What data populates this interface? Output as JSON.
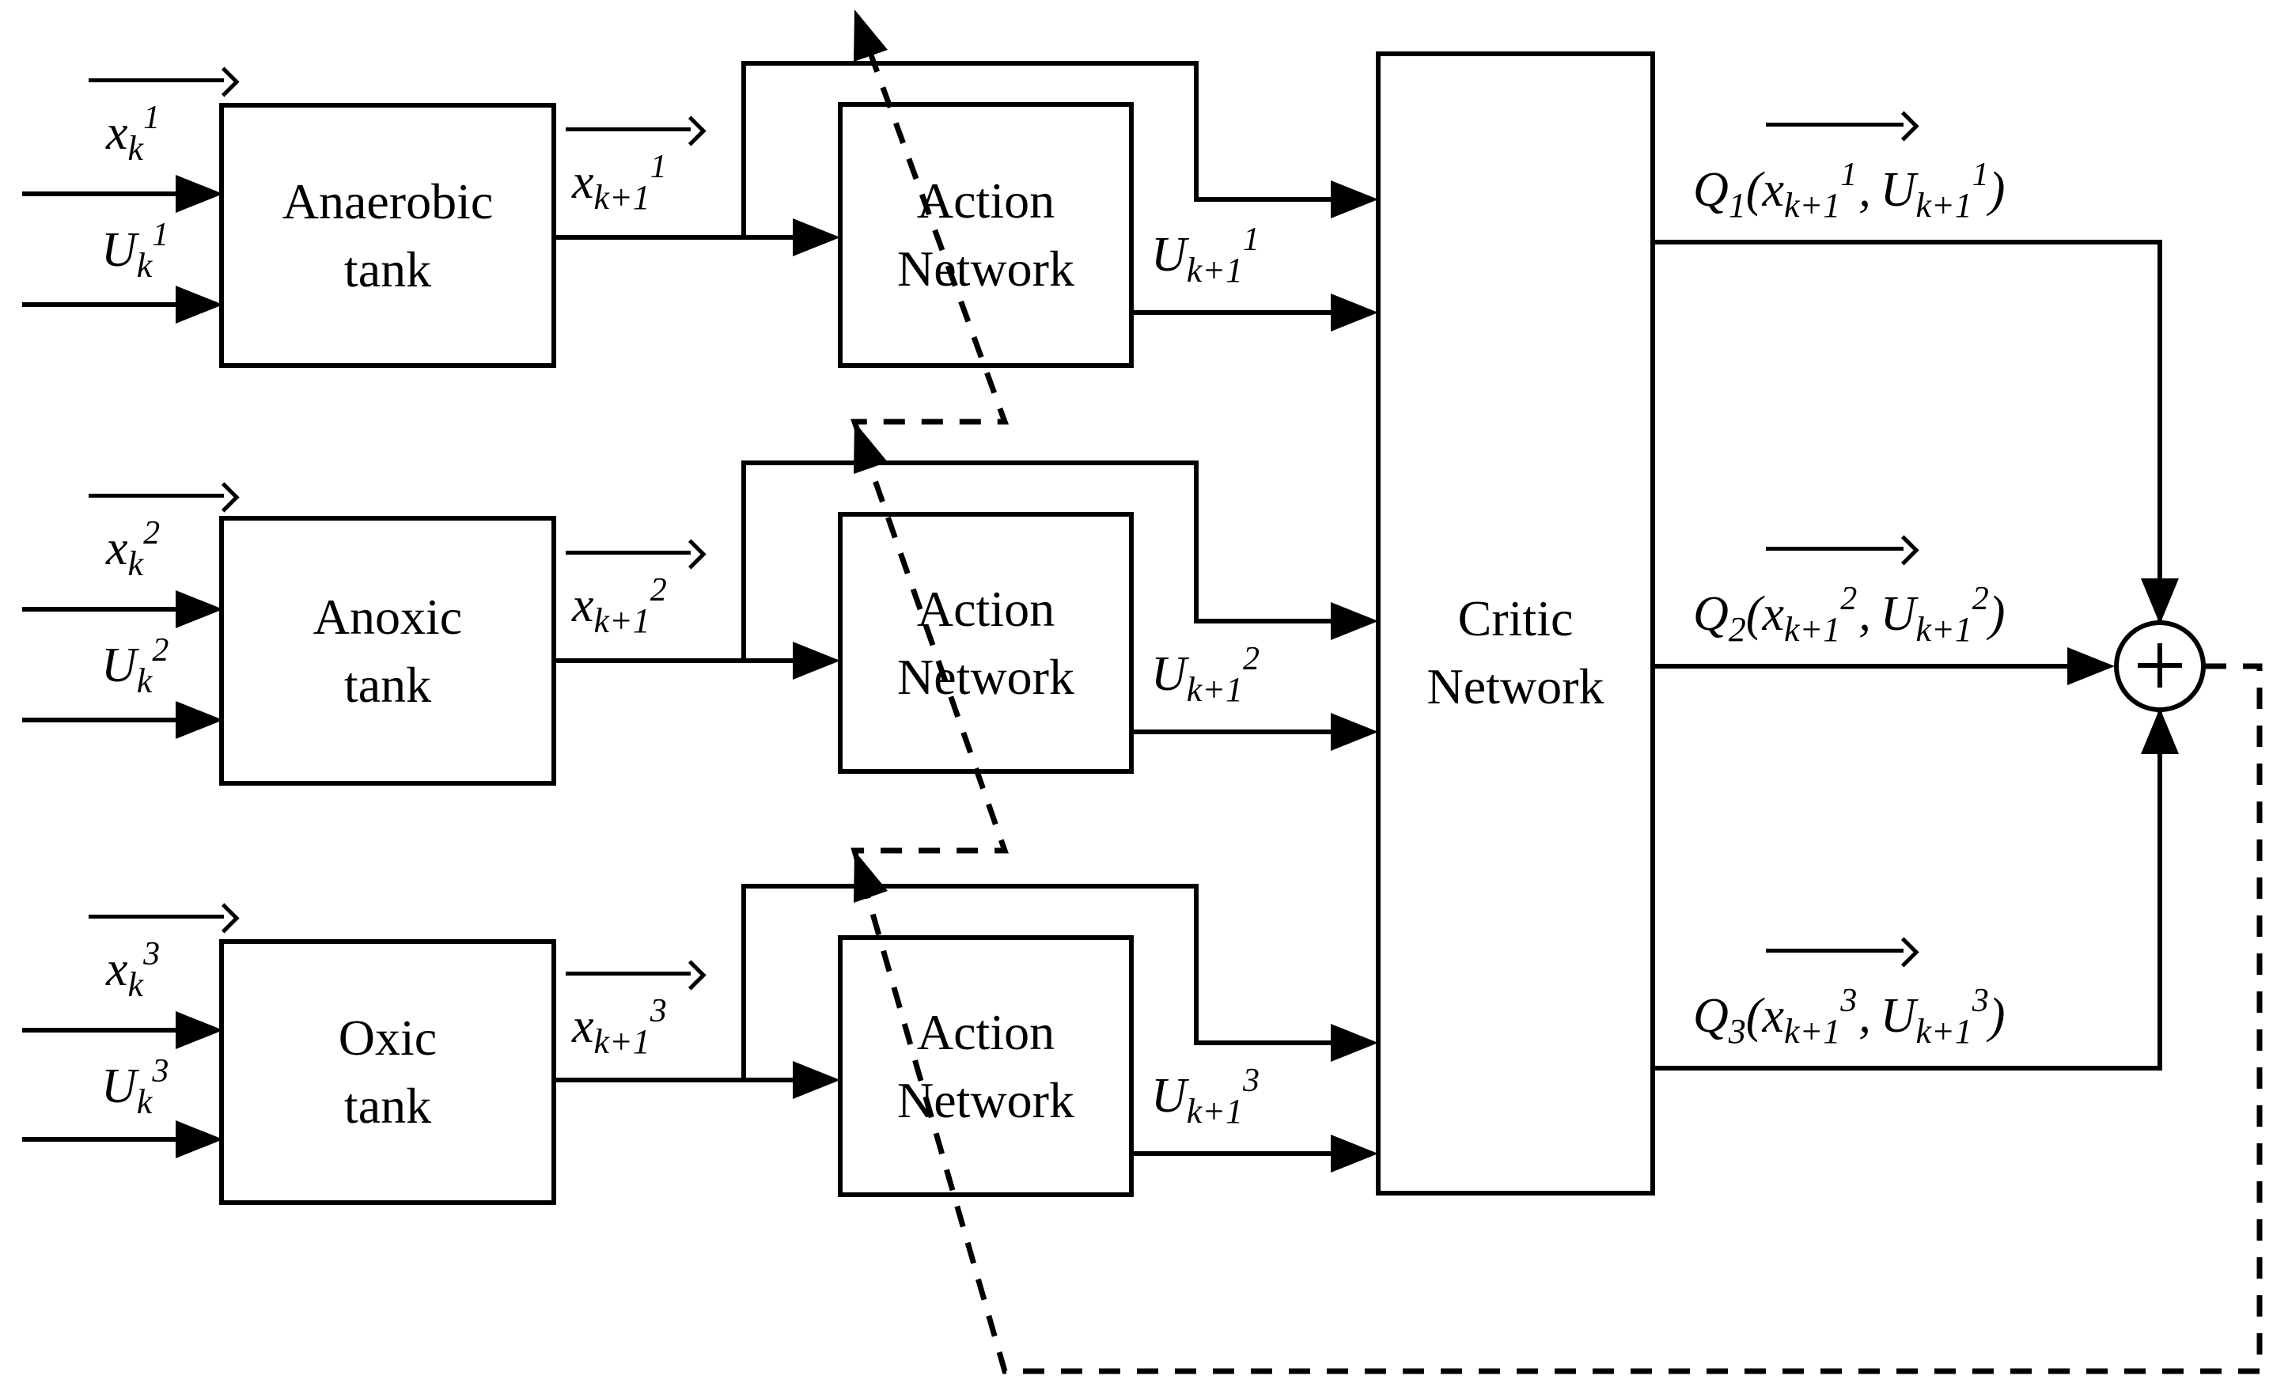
{
  "figure": {
    "background": "#ffffff",
    "line_color": "#000000",
    "sum_symbol": "+",
    "action_label": {
      "line1": "Action",
      "line2": "Network"
    },
    "critic_label": {
      "line1": "Critic",
      "line2": "Network"
    },
    "rows": [
      {
        "tank": {
          "line1": "Anaerobic",
          "line2": "tank"
        },
        "x_in": {
          "base": "x",
          "sub": "k",
          "sup": "1"
        },
        "u_in": {
          "base": "U",
          "sub": "k",
          "sup": "1"
        },
        "x_out": {
          "base": "x",
          "sub": "k+1",
          "sup": "1"
        },
        "u_out": {
          "base": "U",
          "sub": "k+1",
          "sup": "1"
        },
        "q_out": {
          "func": "Q",
          "fsub": "1",
          "open": "(",
          "x": "x",
          "xsub": "k+1",
          "xsup": "1",
          "comma": ",",
          "u": "U",
          "usub": "k+1",
          "usup": "1",
          "close": ")"
        }
      },
      {
        "tank": {
          "line1": "Anoxic",
          "line2": "tank"
        },
        "x_in": {
          "base": "x",
          "sub": "k",
          "sup": "2"
        },
        "u_in": {
          "base": "U",
          "sub": "k",
          "sup": "2"
        },
        "x_out": {
          "base": "x",
          "sub": "k+1",
          "sup": "2"
        },
        "u_out": {
          "base": "U",
          "sub": "k+1",
          "sup": "2"
        },
        "q_out": {
          "func": "Q",
          "fsub": "2",
          "open": "(",
          "x": "x",
          "xsub": "k+1",
          "xsup": "2",
          "comma": ",",
          "u": "U",
          "usub": "k+1",
          "usup": "2",
          "close": ")"
        }
      },
      {
        "tank": {
          "line1": "Oxic",
          "line2": "tank"
        },
        "x_in": {
          "base": "x",
          "sub": "k",
          "sup": "3"
        },
        "u_in": {
          "base": "U",
          "sub": "k",
          "sup": "3"
        },
        "x_out": {
          "base": "x",
          "sub": "k+1",
          "sup": "3"
        },
        "u_out": {
          "base": "U",
          "sub": "k+1",
          "sup": "3"
        },
        "q_out": {
          "func": "Q",
          "fsub": "3",
          "open": "(",
          "x": "x",
          "xsub": "k+1",
          "xsup": "3",
          "comma": ",",
          "u": "U",
          "usub": "k+1",
          "usup": "3",
          "close": ")"
        }
      }
    ]
  }
}
